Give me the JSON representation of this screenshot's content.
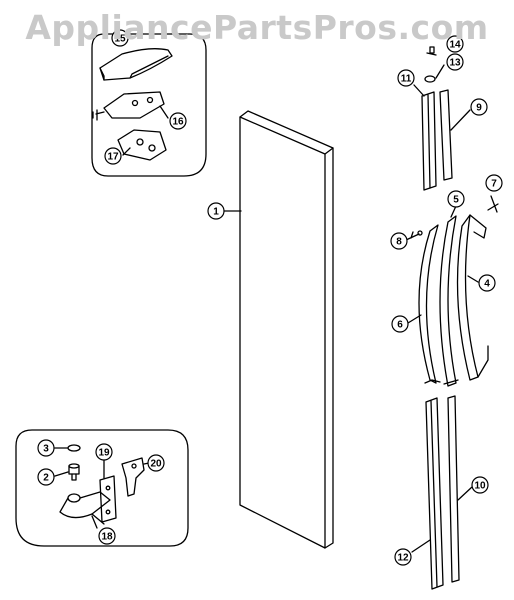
{
  "watermark": {
    "text": "AppliancePartsPros.com"
  },
  "parts": [
    {
      "label": "1"
    },
    {
      "label": "2"
    },
    {
      "label": "3"
    },
    {
      "label": "4"
    },
    {
      "label": "5"
    },
    {
      "label": "6"
    },
    {
      "label": "7"
    },
    {
      "label": "8"
    },
    {
      "label": "9"
    },
    {
      "label": "10"
    },
    {
      "label": "11"
    },
    {
      "label": "12"
    },
    {
      "label": "13"
    },
    {
      "label": "14"
    },
    {
      "label": "15"
    },
    {
      "label": "16"
    },
    {
      "label": "17"
    },
    {
      "label": "18"
    },
    {
      "label": "19"
    },
    {
      "label": "20"
    }
  ]
}
